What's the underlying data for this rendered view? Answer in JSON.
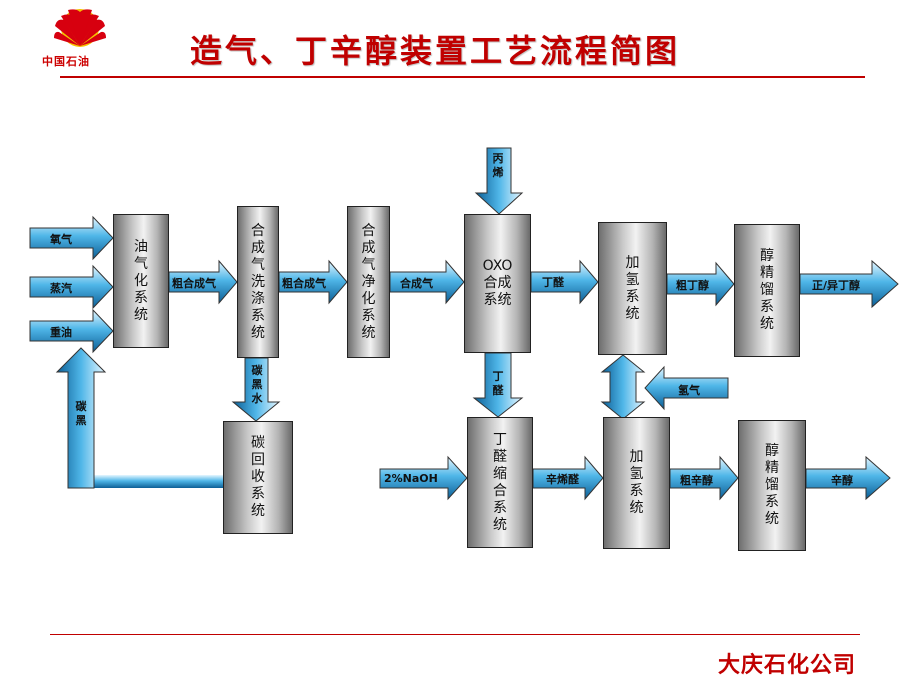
{
  "header": {
    "logo_text": "中国石油",
    "title": "造气、丁辛醇装置工艺流程简图"
  },
  "footer": {
    "company": "大庆石化公司"
  },
  "colors": {
    "accent": "#c00000",
    "arrow_fill": "#3aa4dc",
    "logo_red": "#d7000f",
    "logo_yellow": "#f6c100"
  },
  "flow": {
    "inputs": {
      "oxygen": "氧气",
      "steam": "蒸汽",
      "heavy_oil": "重油",
      "carbon_black": "碳黑",
      "propylene": "丙烯",
      "naoh": "2%NaOH",
      "hydrogen": "氢气"
    },
    "units": {
      "gasification": "油气化系统",
      "washing": "合成气洗涤系统",
      "purification": "合成气净化系统",
      "oxo": "OXO合成系统",
      "hydro1": "加氢系统",
      "distill1": "醇精馏系统",
      "carbon_recovery": "碳回收系统",
      "condensation": "丁醛缩合系统",
      "hydro2": "加氢系统",
      "distill2": "醇精馏系统"
    },
    "streams": {
      "crude_syngas_1": "粗合成气",
      "crude_syngas_2": "粗合成气",
      "syngas": "合成气",
      "butanal_1": "丁醛",
      "crude_butanol": "粗丁醇",
      "butanol_product": "正/异丁醇",
      "carbon_black_water": "碳黑水",
      "butanal_2": "丁醛",
      "octenal": "辛烯醛",
      "crude_octanol": "粗辛醇",
      "octanol_product": "辛醇"
    }
  }
}
